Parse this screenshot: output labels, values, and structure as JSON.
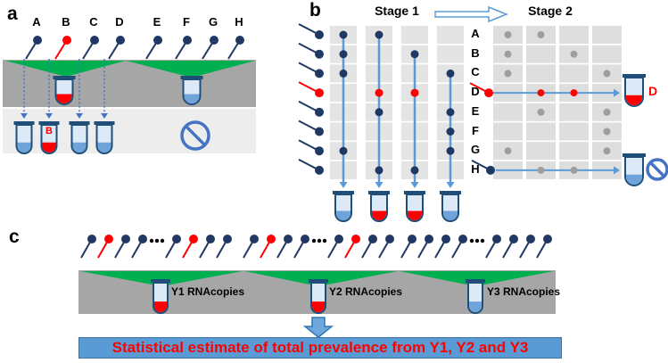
{
  "figure": {
    "type": "two-stage pooled testing schematic"
  },
  "colors": {
    "navy": "#1f3864",
    "red": "#ff0000",
    "green": "#00b050",
    "band_dark": "#a6a6a6",
    "band_light": "#ededed",
    "cell_stage1": "#e4e4e4",
    "cell_stage2": "#dedede",
    "dot_gray": "#9e9e9e",
    "arrow_blue": "#5b9bd5",
    "dash_blue": "#4472c4",
    "tube_border": "#1f4e79",
    "tube_fill": "#dce9f7",
    "liquid_blue": "#6fa3d9",
    "no_symbol": "#4472c4",
    "block_arrow_fill": "#6fa8dc",
    "block_arrow_border": "#2e75b6"
  },
  "panel_a": {
    "label": "a",
    "samples": [
      {
        "id": "A",
        "status": "negative"
      },
      {
        "id": "B",
        "status": "positive"
      },
      {
        "id": "C",
        "status": "negative"
      },
      {
        "id": "D",
        "status": "negative"
      },
      {
        "id": "E",
        "status": "negative"
      },
      {
        "id": "F",
        "status": "negative"
      },
      {
        "id": "G",
        "status": "negative"
      },
      {
        "id": "H",
        "status": "negative"
      }
    ],
    "pools": [
      {
        "members": [
          "A",
          "B",
          "C",
          "D"
        ],
        "result": "positive"
      },
      {
        "members": [
          "E",
          "F",
          "G",
          "H"
        ],
        "result": "negative"
      }
    ],
    "retest_tubes": [
      {
        "sample": "A",
        "label": "",
        "result": "negative"
      },
      {
        "sample": "B",
        "label": "B",
        "result": "positive"
      },
      {
        "sample": "C",
        "label": "",
        "result": "negative"
      },
      {
        "sample": "D",
        "label": "",
        "result": "negative"
      }
    ],
    "skip_icon": "no-test-icon"
  },
  "panel_b": {
    "label": "b",
    "stage1_title": "Stage 1",
    "stage2_title": "Stage 2",
    "rows": [
      "A",
      "B",
      "C",
      "D",
      "E",
      "F",
      "G",
      "H"
    ],
    "positive_sample": "D",
    "stage1_pools": [
      {
        "members": [
          "A",
          "B",
          "C",
          "G"
        ],
        "result": "negative"
      },
      {
        "members": [
          "A",
          "D",
          "E",
          "H"
        ],
        "result": "positive"
      },
      {
        "members": [
          "B",
          "D",
          "H"
        ],
        "result": "positive"
      },
      {
        "members": [
          "C",
          "E",
          "F",
          "G"
        ],
        "result": "negative"
      }
    ],
    "stage2": {
      "decoded_positive": {
        "sample": "D",
        "tube_label": "D",
        "result": "positive"
      },
      "decoded_negative": {
        "sample": "H",
        "result": "negative",
        "icon": "no-test-icon"
      }
    }
  },
  "panel_c": {
    "label": "c",
    "pin_groups": [
      {
        "pins": [
          "negative",
          "positive",
          "negative",
          "negative",
          "...",
          "negative",
          "positive",
          "negative",
          "negative"
        ]
      },
      {
        "pins": [
          "negative",
          "positive",
          "negative",
          "negative",
          "...",
          "negative",
          "positive",
          "negative",
          "negative"
        ]
      },
      {
        "pins": [
          "negative",
          "negative",
          "negative",
          "negative",
          "...",
          "negative",
          "negative",
          "negative",
          "negative"
        ]
      }
    ],
    "tubes": [
      {
        "label": "Y1 RNAcopies",
        "result": "positive"
      },
      {
        "label": "Y2 RNAcopies",
        "result": "positive"
      },
      {
        "label": "Y3 RNAcopies",
        "result": "negative"
      }
    ],
    "banner": "Statistical estimate of total prevalence from Y1, Y2 and Y3"
  }
}
